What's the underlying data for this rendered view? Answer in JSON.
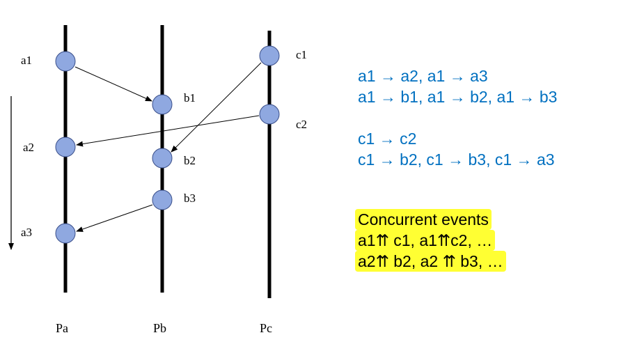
{
  "processes": [
    "Pa",
    "Pb",
    "Pc"
  ],
  "events": {
    "a1": "a1",
    "a2": "a2",
    "a3": "a3",
    "b1": "b1",
    "b2": "b2",
    "b3": "b3",
    "c1": "c1",
    "c2": "c2"
  },
  "relations": {
    "lines": [
      "a1 → a2, a1 → a3",
      "a1 → b1, a1 → b2, a1 → b3",
      "c1 → c2",
      "c1 → b2, c1 → b3, c1 → a3"
    ]
  },
  "concurrent": {
    "lines": [
      "Concurrent events",
      "a1⇈ c1, a1⇈c2, …",
      "a2⇈ b2, a2 ⇈ b3, …"
    ]
  },
  "colors": {
    "event_fill": "#8fa8e0",
    "event_stroke": "#3a4f8a",
    "relation_text": "#0070c0",
    "highlight": "#ffff33"
  }
}
